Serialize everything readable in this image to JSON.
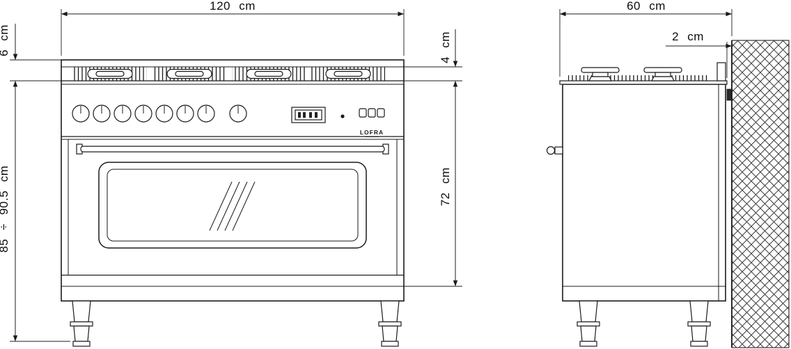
{
  "front_view": {
    "dims": {
      "width": "120 cm",
      "upstand": "6 cm",
      "height": "85 ÷ 90.5 cm",
      "hob_edge": "4 cm",
      "oven": "72 cm"
    },
    "brand": "LOFRA"
  },
  "side_view": {
    "dims": {
      "depth": "60 cm",
      "wall_gap": "2 cm"
    }
  }
}
